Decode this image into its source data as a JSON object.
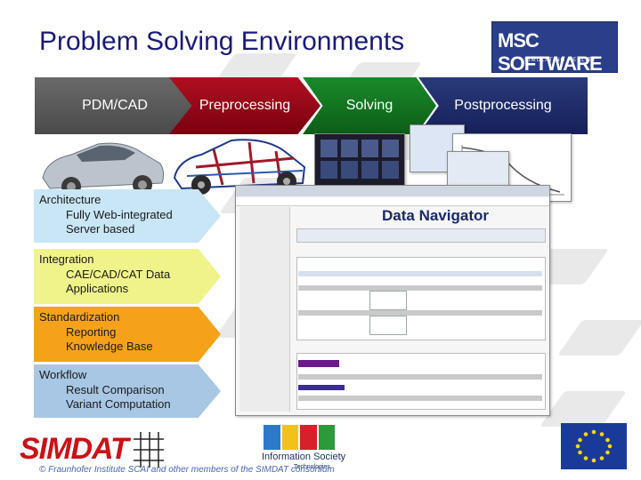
{
  "slide": {
    "title": "Problem Solving Environments",
    "process_steps": [
      "PDM/CAD",
      "Preprocessing",
      "Solving",
      "Postprocessing"
    ],
    "features": [
      {
        "heading": "Architecture",
        "items": [
          "Fully Web-integrated",
          "Server based"
        ]
      },
      {
        "heading": "Integration",
        "items": [
          "CAE/CAD/CAT Data",
          "Applications"
        ]
      },
      {
        "heading": "Standardization",
        "items": [
          "Reporting",
          "Knowledge Base"
        ]
      },
      {
        "heading": "Workflow",
        "items": [
          "Result Comparison",
          "Variant Computation"
        ]
      }
    ],
    "screenshot_title": "Data Navigator",
    "footer": "© Fraunhofer Institute SCAI and other members of the SIMDAT consortium"
  },
  "logos": {
    "msc": "MSC SOFTWARE",
    "msc_tagline": "SIMULATING REALITY",
    "simdat": "SIMDAT",
    "ist": "Information Society",
    "ist_sub": "Technologies"
  },
  "colors": {
    "title": "#1a1a7a",
    "pdm": "#555555",
    "pre": "#9a0a18",
    "solve": "#167a22",
    "post": "#1e2a68",
    "architecture": "#c8e6f5",
    "integration": "#f0f38a",
    "standardization": "#f5a21a",
    "workflow": "#a8c7e4"
  }
}
